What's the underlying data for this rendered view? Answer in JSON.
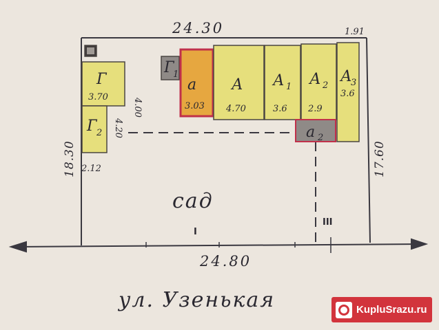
{
  "plan": {
    "dimensions": {
      "top": "24.30",
      "top_small": "1.91",
      "bottom": "24.80",
      "left": "18.30",
      "right": "17.60",
      "g_side": "4.00",
      "g2_side": "4.20",
      "g2_bottom": "2.12"
    },
    "buildings": {
      "g": {
        "label": "Г",
        "dim": "3.70"
      },
      "g1": {
        "label": "Г",
        "sub": "1"
      },
      "g2": {
        "label": "Г",
        "sub": "2"
      },
      "a": {
        "label": "а",
        "dim": "3.03"
      },
      "A": {
        "label": "А",
        "dim": "4.70"
      },
      "A1": {
        "label": "А",
        "sub": "1",
        "dim": "3.6"
      },
      "A2": {
        "label": "А",
        "sub": "2",
        "dim": "2.9"
      },
      "A3": {
        "label": "А",
        "sub": "3",
        "dim": "3.6"
      },
      "a2": {
        "label": "а",
        "sub": "2"
      }
    },
    "garden_label": "сад",
    "street_label": "ул. Узенькая",
    "markers": {
      "m1": "I",
      "m3": "III"
    }
  },
  "watermark": {
    "text": "KupluSrazu.ru"
  },
  "colors": {
    "paper": "#ece6de",
    "yellow_building": "#e6df7c",
    "orange_building": "#e6a740",
    "red_outline": "#c0304a",
    "grey_block": "#8f8a87",
    "ink": "#2a2830"
  }
}
